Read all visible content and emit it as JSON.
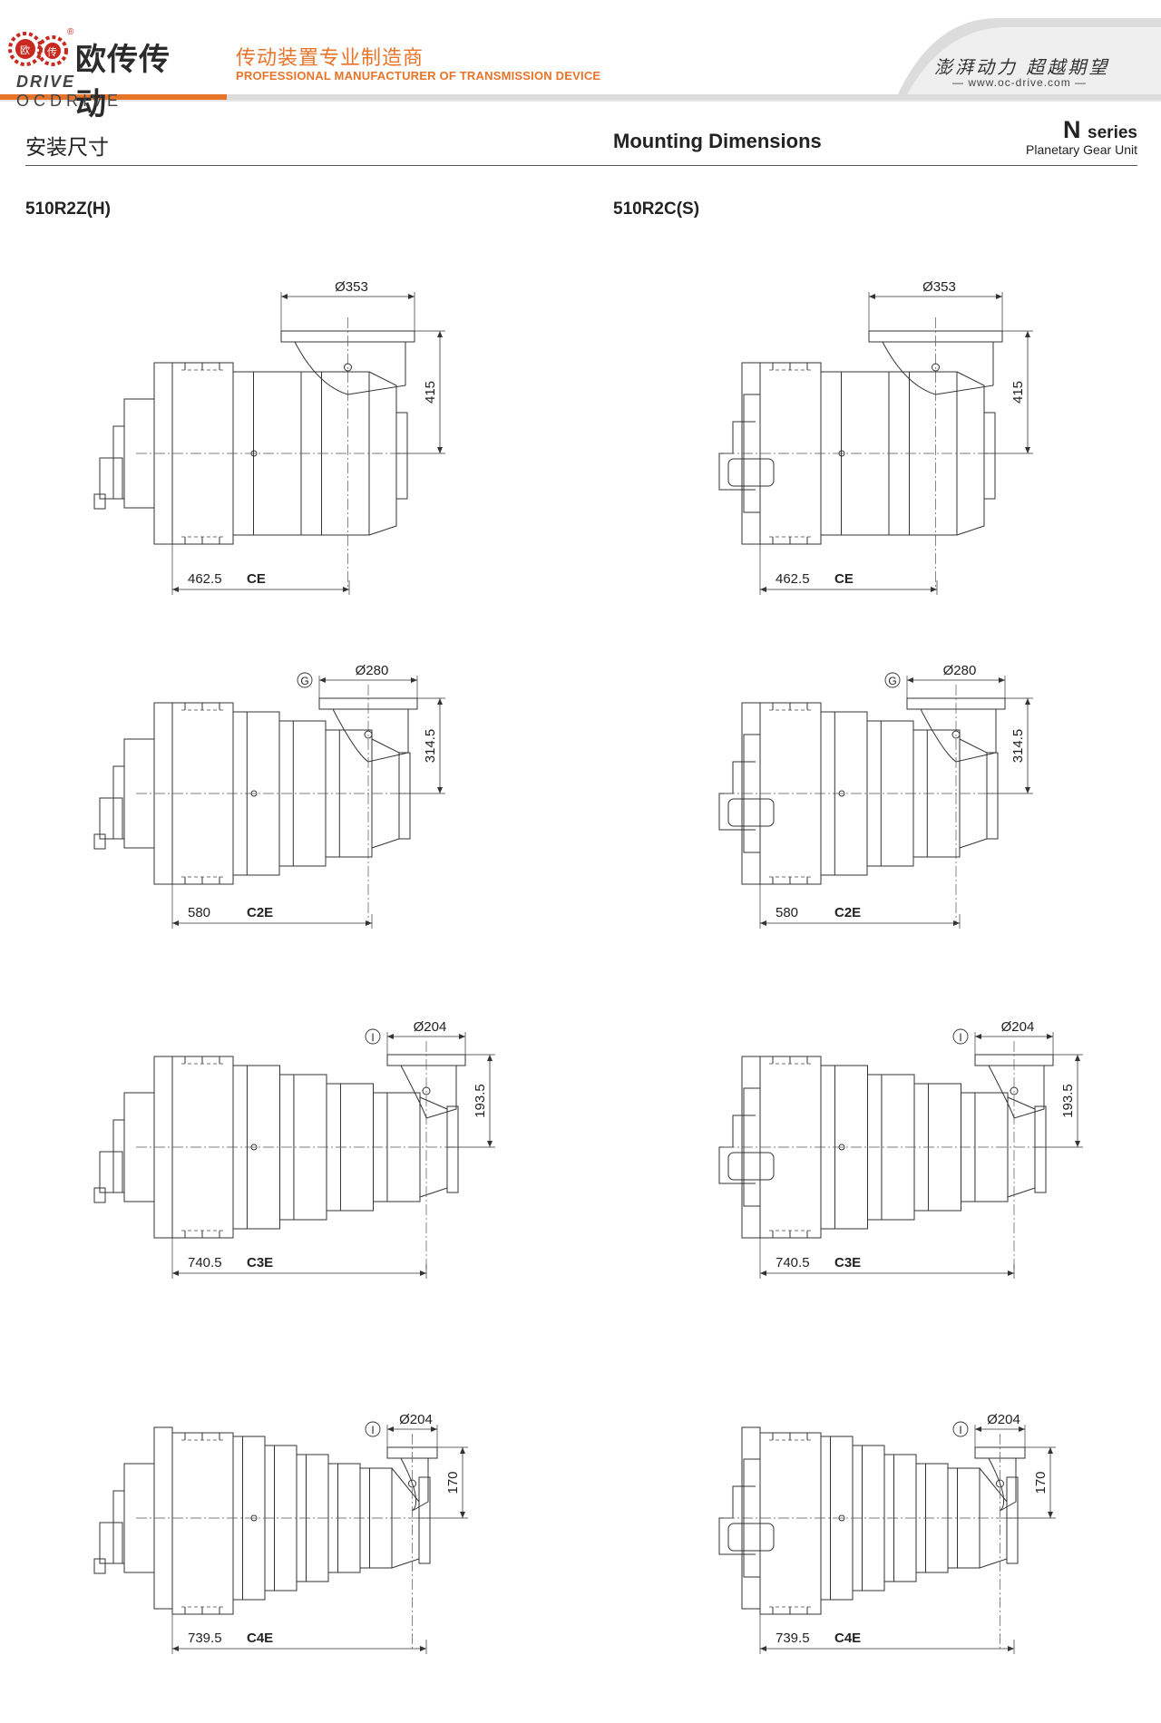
{
  "header": {
    "logo_cn": "欧传传动",
    "logo_en_prefix": "DRIVE",
    "logo_en": "OCDRIVE",
    "logo_badge_1": "欧",
    "logo_badge_2": "传",
    "tagline_cn": "传动装置专业制造商",
    "tagline_en": "PROFESSIONAL MANUFACTURER OF TRANSMISSION DEVICE",
    "slogan": "澎湃动力 超越期望",
    "website": "www.oc-drive.com",
    "brand_orange": "#e8742a",
    "brand_red": "#c8281e"
  },
  "title": {
    "cn": "安装尺寸",
    "en": "Mounting Dimensions",
    "series_letter": "N",
    "series_word": "series",
    "series_sub": "Planetary Gear Unit"
  },
  "models": {
    "left": "510R2Z(H)",
    "right": "510R2C(S)"
  },
  "rows": [
    {
      "dia": "Ø353",
      "height": "415",
      "length": "462.5",
      "code": "CE",
      "marker": ""
    },
    {
      "dia": "Ø280",
      "height": "314.5",
      "length": "580",
      "code": "C2E",
      "marker": "G"
    },
    {
      "dia": "Ø204",
      "height": "193.5",
      "length": "740.5",
      "code": "C3E",
      "marker": "I"
    },
    {
      "dia": "Ø204",
      "height": "170",
      "length": "739.5",
      "code": "C4E",
      "marker": "I"
    }
  ]
}
